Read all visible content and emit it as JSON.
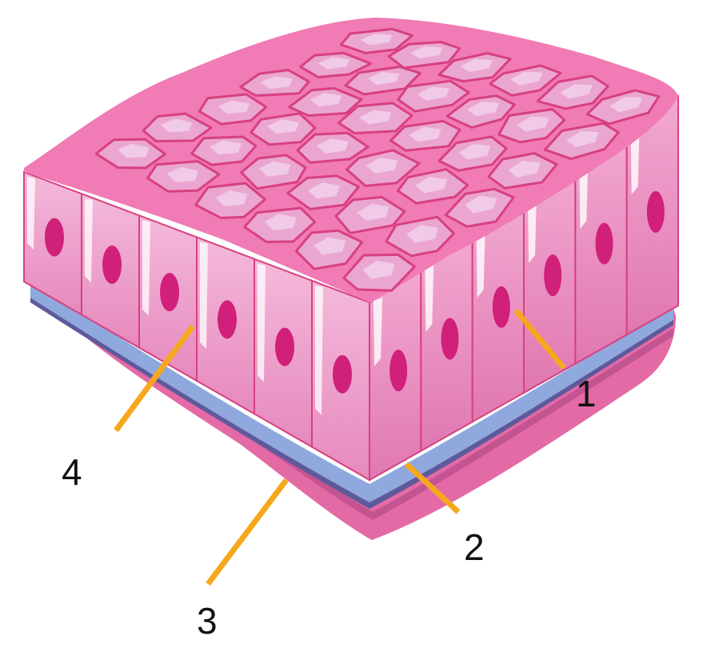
{
  "diagram": {
    "colors": {
      "cell_top": "#f07bb5",
      "cell_top_light": "#eaa6d0",
      "cell_highlight": "#f3d6ec",
      "cell_border": "#d8407f",
      "cell_side": "#ec8fc0",
      "cell_side_light": "#f2b4d6",
      "nucleus": "#d0207a",
      "basement": "#8ea8dc",
      "connective": "#e06aa3",
      "connective_dark": "#a33a7a",
      "leader": "#f5a81c",
      "text": "#111111"
    },
    "labels": [
      {
        "id": "1",
        "text": "1"
      },
      {
        "id": "2",
        "text": "2"
      },
      {
        "id": "3",
        "text": "3"
      },
      {
        "id": "4",
        "text": "4"
      }
    ]
  }
}
